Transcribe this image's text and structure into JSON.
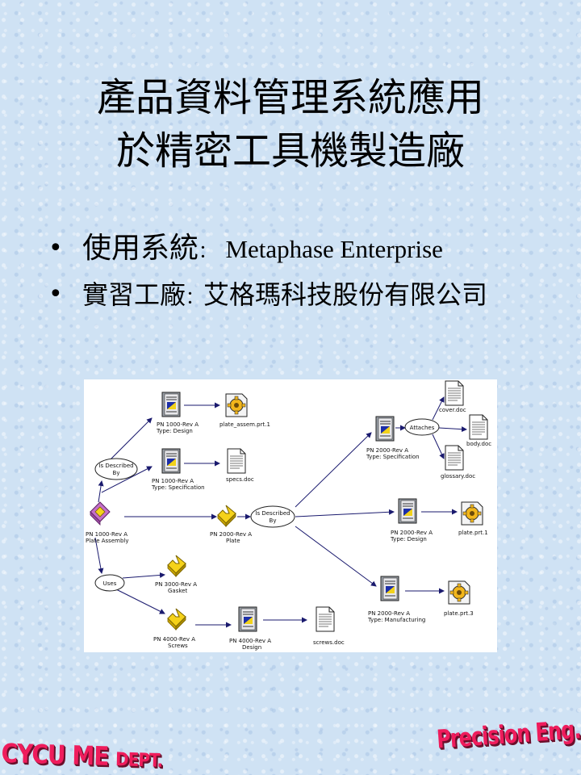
{
  "title": {
    "line1": "產品資料管理系統應用",
    "line2": "於精密工具機製造廠"
  },
  "bullets": [
    {
      "label": "使用系統",
      "colon": "：",
      "value": "Metaphase Enterprise"
    },
    {
      "label": "實習工廠",
      "colon": "：",
      "value": "艾格瑪科技股份有限公司"
    }
  ],
  "bullet_symbol": "•",
  "diagram": {
    "pn1000_design": [
      "PN 1000-Rev A",
      "Type: Design"
    ],
    "plate_file": "plate_assem.prt.1",
    "pn1000_spec": [
      "PN 1000-Rev A",
      "Type: Specification"
    ],
    "specs_doc": "specs.doc",
    "is_described_by": [
      "Is Described",
      "By"
    ],
    "pn1000_asm": [
      "PN 1000-Rev A",
      "Plate Assembly"
    ],
    "pn2000_plate": [
      "PN 2000-Rev A",
      "Plate"
    ],
    "uses": "Uses",
    "pn3000": [
      "PN 3000-Rev A",
      "Gasket"
    ],
    "pn4000_screws": [
      "PN 4000-Rev A",
      "Screws"
    ],
    "pn4000_design": [
      "PN 4000-Rev A",
      "Design"
    ],
    "screws_doc": "screws.doc",
    "pn2000_spec": [
      "PN 2000-Rev A",
      "Type: Specification"
    ],
    "attaches": "Attaches",
    "cover_doc": "cover.doc",
    "body_doc": "body.doc",
    "glossary_doc": "glossary.doc",
    "pn2000_design": [
      "PN 2000-Rev A",
      "Type: Design"
    ],
    "plate_prt1": "plate.prt.1",
    "pn2000_mfg": [
      "PN 2000-Rev A",
      "Type: Manufacturing"
    ],
    "plate_prt3": "plate.prt.3"
  },
  "footer": {
    "left_main": "CYCU ME ",
    "left_small": "DEPT.",
    "right": "Precision Eng. Lab"
  },
  "colors": {
    "accent": "#ef1c5c",
    "background": "#cfe2f4",
    "arrow": "#1a1a6e"
  }
}
